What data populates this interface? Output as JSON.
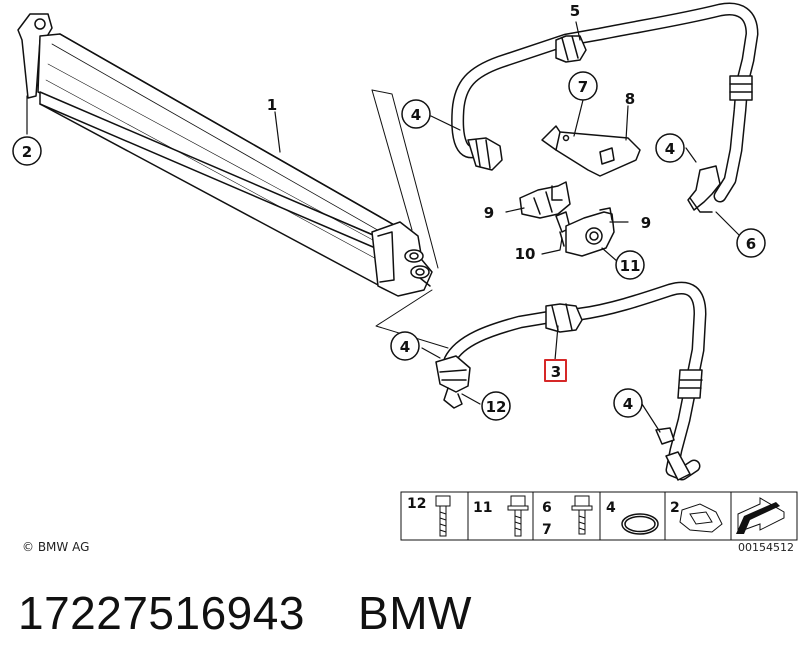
{
  "callouts": {
    "c1": "1",
    "c2": "2",
    "c3": "3",
    "c4a": "4",
    "c4b": "4",
    "c4c": "4",
    "c4d": "4",
    "c5": "5",
    "c6": "6",
    "c7": "7",
    "c8": "8",
    "c9a": "9",
    "c9b": "9",
    "c10": "10",
    "c11": "11",
    "c12": "12"
  },
  "parts_legend": {
    "p12": "12",
    "p11": "11",
    "p6": "6",
    "p7": "7",
    "p4": "4",
    "p2": "2"
  },
  "copyright": "© BMW AG",
  "diagram_number": "00154512",
  "footer": {
    "part_number": "17227516943",
    "brand": "BMW"
  },
  "colors": {
    "highlight": "#d62828",
    "highlight_text": "#999999",
    "line": "#111111"
  }
}
